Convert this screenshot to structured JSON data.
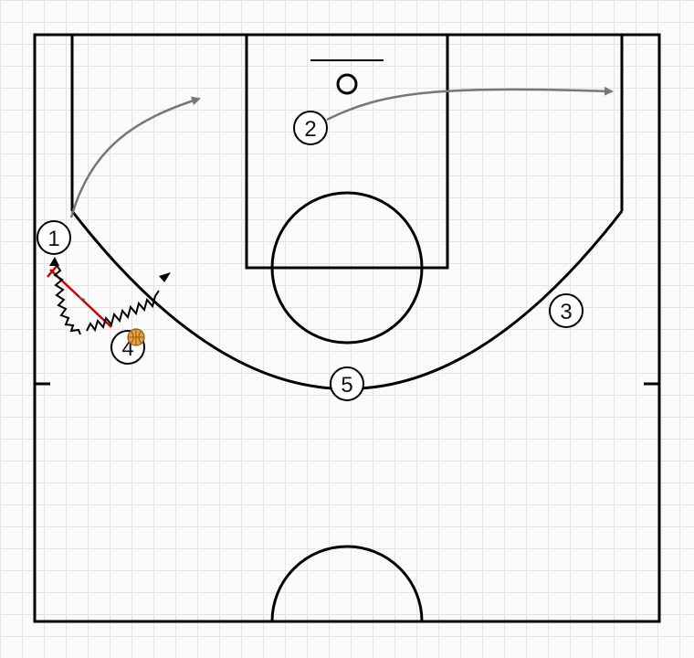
{
  "players": [
    {
      "id": "p1",
      "label": "1"
    },
    {
      "id": "p2",
      "label": "2"
    },
    {
      "id": "p3",
      "label": "3"
    },
    {
      "id": "p4",
      "label": "4"
    },
    {
      "id": "p5",
      "label": "5"
    }
  ],
  "ball_holder": "4",
  "colors": {
    "court_lines": "#000000",
    "movement_arrows": "#777777",
    "screen": "#cc0000",
    "dribble": "#000000",
    "ball": "#e8a13a",
    "grid": "#e3e3e3"
  }
}
